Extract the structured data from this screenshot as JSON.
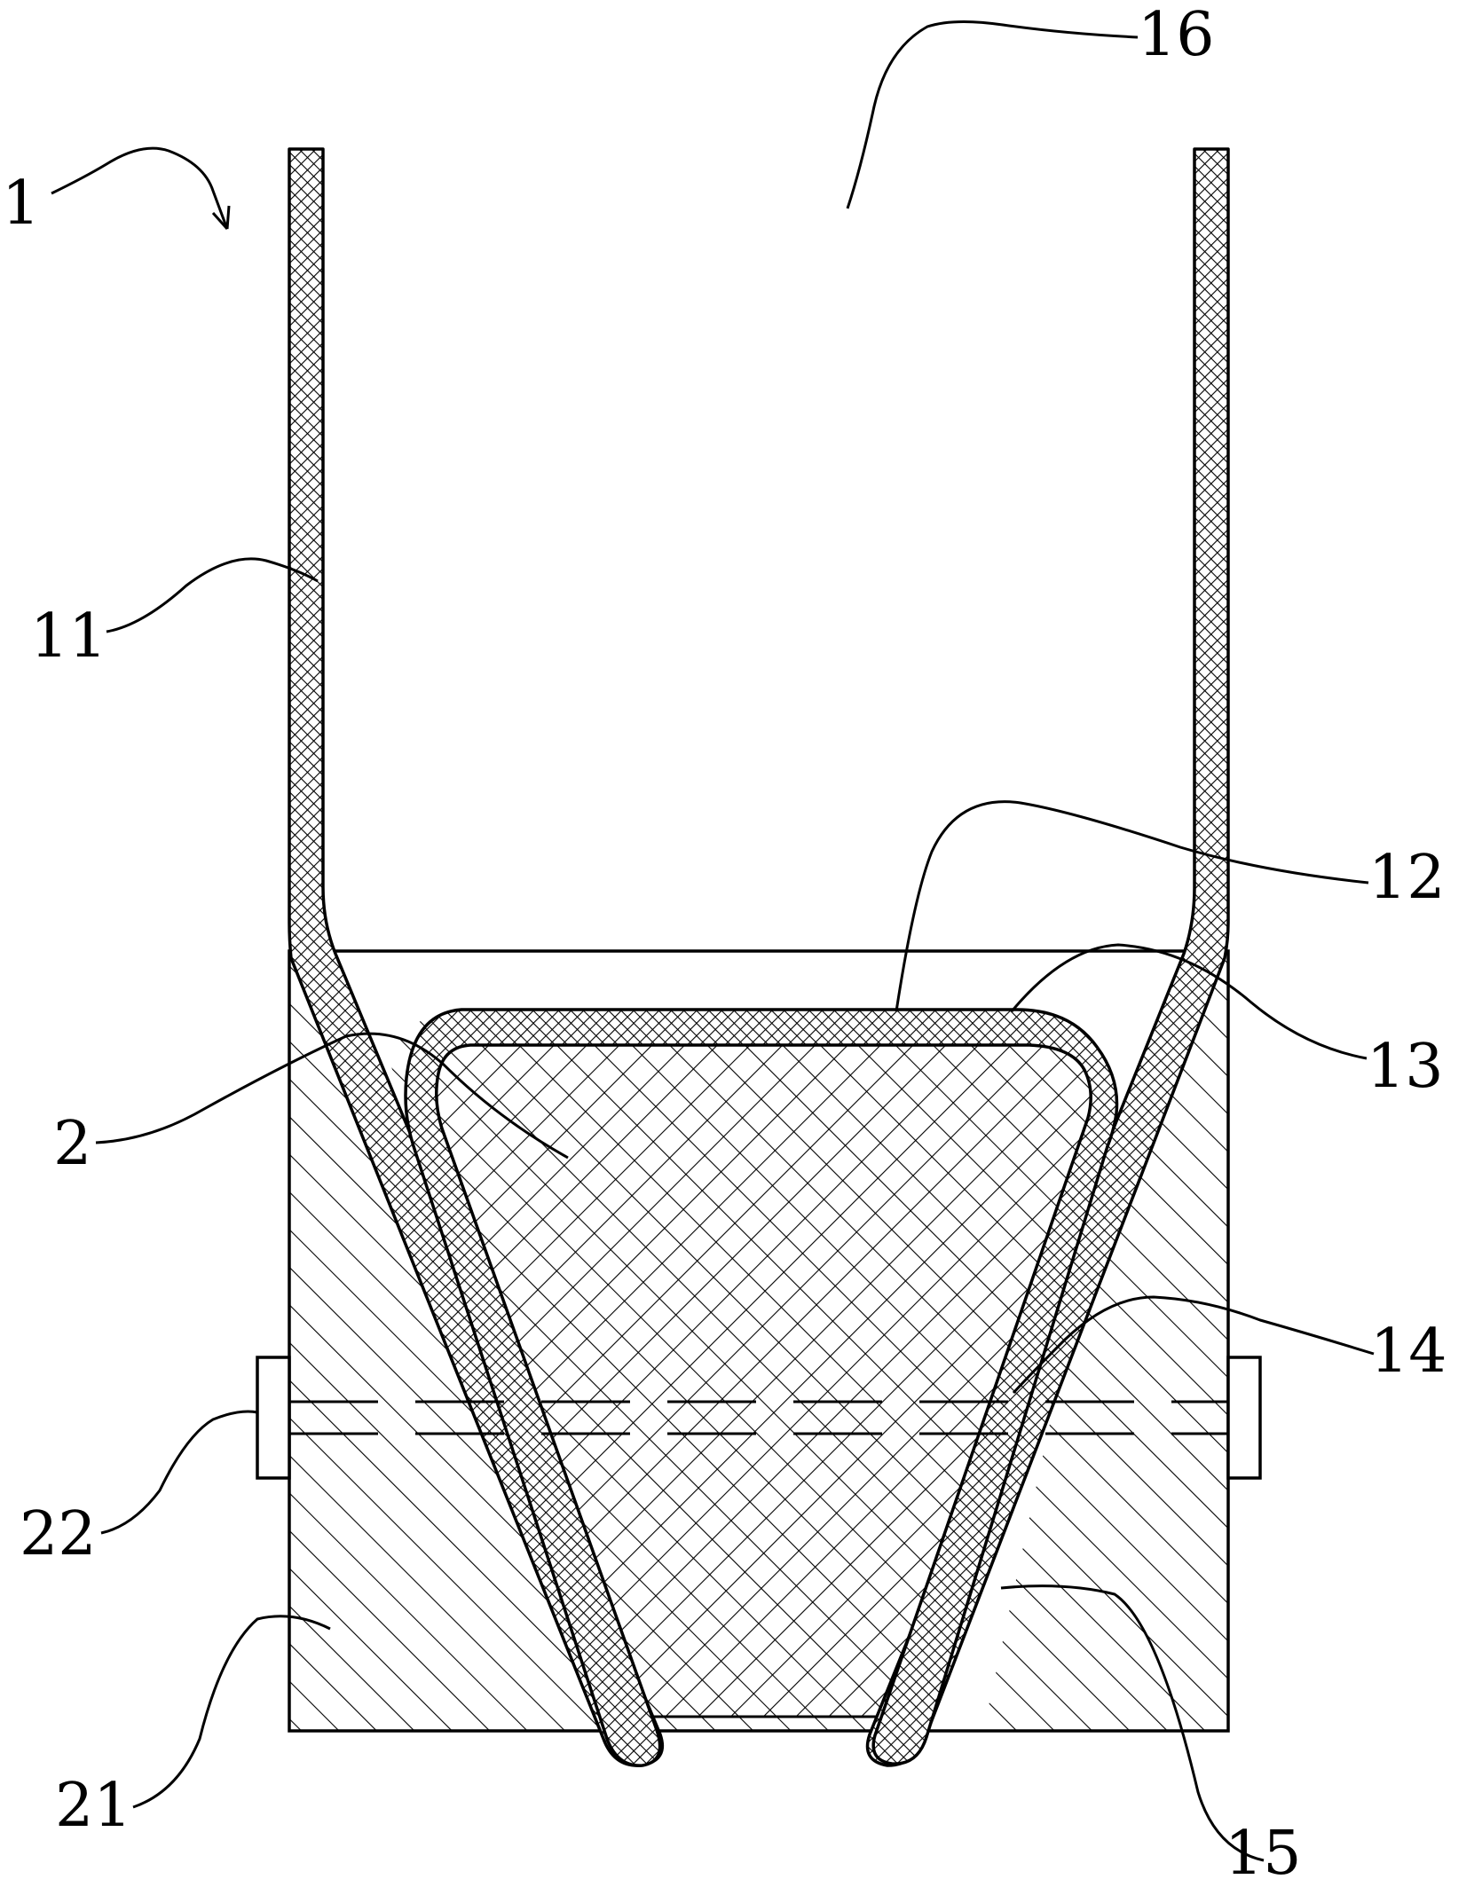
{
  "figure": {
    "labels": {
      "device": "1",
      "wall": "11",
      "top_fold": "12",
      "corner": "13",
      "inner_leg": "14",
      "tip": "15",
      "opening": "16",
      "core": "2",
      "clamp_block": "21",
      "fastener": "22"
    }
  },
  "colors": {
    "line": "#000000",
    "background": "#ffffff"
  }
}
